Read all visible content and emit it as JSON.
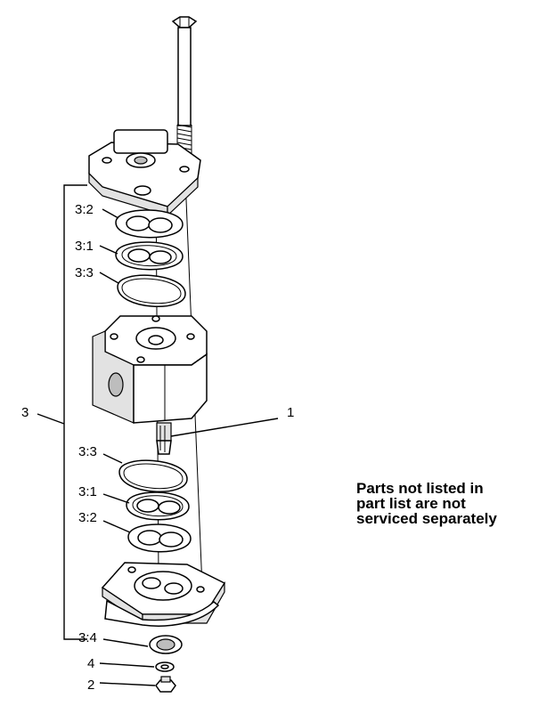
{
  "callouts": {
    "bolt_assembly": "3",
    "gear_shaft": "1",
    "wear_plate_top": "3:2",
    "gasket_top": "3:1",
    "oring_top": "3:3",
    "oring_bottom": "3:3",
    "gasket_bottom": "3:1",
    "wear_plate_bottom": "3:2",
    "seal": "3:4",
    "washer": "4",
    "nut": "2"
  },
  "note": {
    "line1": "Parts not listed in",
    "line2": "part list are not",
    "line3": "serviced separately"
  }
}
